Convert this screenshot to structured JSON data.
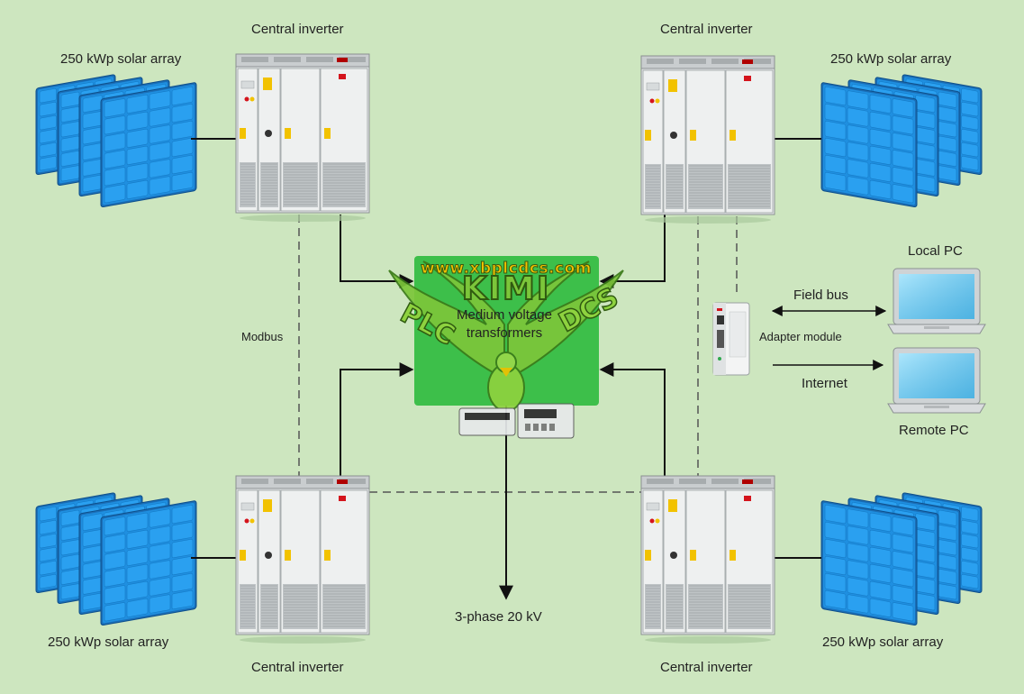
{
  "labels": {
    "inverter_tl": "Central inverter",
    "inverter_tr": "Central inverter",
    "inverter_bl": "Central inverter",
    "inverter_br": "Central inverter",
    "array_tl": "250 kWp solar array",
    "array_tr": "250 kWp solar array",
    "array_bl": "250 kWp solar array",
    "array_br": "250 kWp solar array",
    "transformer_line1": "Medium voltage",
    "transformer_line2": "transformers",
    "grid_output": "3-phase 20 kV",
    "modbus": "Modbus",
    "adapter_module": "Adapter module",
    "field_bus": "Field bus",
    "internet": "Internet",
    "local_pc": "Local PC",
    "remote_pc": "Remote PC"
  },
  "watermark": {
    "url": "www.xbplcdcs.com",
    "brand": "KIMI",
    "left_word": "PLC",
    "right_word": "DCS"
  },
  "colors": {
    "background": "#cde6bf",
    "transformer_box": "#3dbf4a",
    "panel_blue": "#1f8fe0",
    "cabinet": "#e6e9ea",
    "warning_yellow": "#f2c200",
    "screen": "#7fd0f0"
  }
}
